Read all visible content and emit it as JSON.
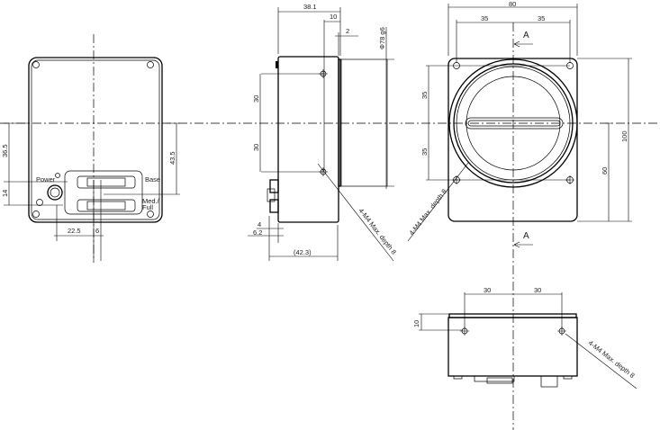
{
  "title": "Camera outline dimensional drawing",
  "rear_view": {
    "labels": {
      "power": "Power",
      "base": "Base",
      "med_full": "Med./",
      "med_full2": "Full"
    },
    "dims": {
      "d36_5": "36.5",
      "d14": "14",
      "d43_5": "43.5",
      "d22_5": "22.5",
      "d6": "6"
    }
  },
  "side_view": {
    "dims": {
      "d38_1": "38.1",
      "d10": "10",
      "d2": "2",
      "d78": "Φ78 g6",
      "d30a": "30",
      "d30b": "30",
      "d4": "4",
      "d6_2": "6.2",
      "d42_3": "(42.3)"
    },
    "note": "4-M4 Max. depth 8"
  },
  "front_view": {
    "dims": {
      "d80": "80",
      "d35a": "35",
      "d35b": "35",
      "d35c": "35",
      "d35d": "35",
      "d100": "100",
      "d60": "60"
    },
    "section_top": "A",
    "section_bottom": "A",
    "note": "4-M4 Max. depth 8"
  },
  "bottom_view": {
    "dims": {
      "d30a": "30",
      "d30b": "30",
      "d10": "10"
    },
    "note": "4-M4 Max. depth 8"
  }
}
